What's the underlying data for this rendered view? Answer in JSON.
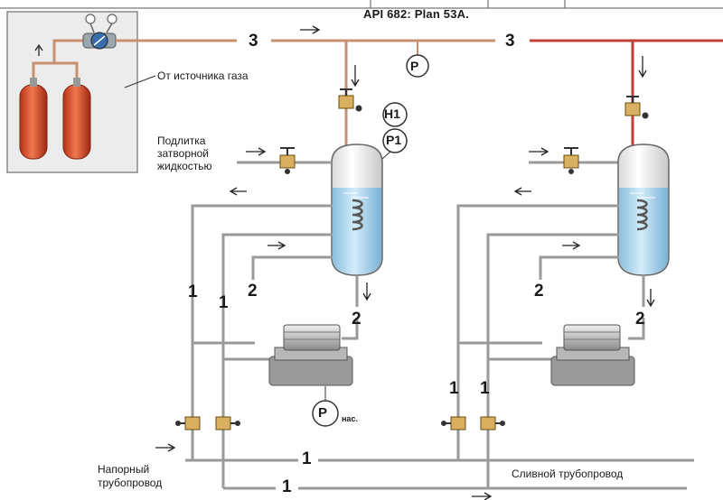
{
  "title": "API 682: Plan 53A.",
  "labels": {
    "gas_source": "От источника газа",
    "fill_line1": "Подлитка",
    "fill_line2": "затворной",
    "fill_line3": "жидкостью",
    "pressure_pipe1": "Напорный",
    "pressure_pipe2": "трубопровод",
    "drain_pipe": "Сливной трубопровод"
  },
  "gauges": {
    "p": "P",
    "h1": "H1",
    "p1": "P1",
    "p_suffix": "нас."
  },
  "line_numbers": {
    "top_left": "3",
    "top_right": "3",
    "vert_a": "1",
    "vert_b": "1",
    "vert_c": "1",
    "vert_d": "1",
    "left_2a": "2",
    "left_2b": "2",
    "right_2a": "2",
    "right_2b": "2",
    "bottom_1": "1",
    "bottom_1b": "1"
  },
  "colors": {
    "cylinder": "#e0502a",
    "gas_line": "#c89070",
    "red_line": "#c0403a",
    "pipe": "#9a9a9a",
    "liquid": "#aed4ec",
    "box_bg": "#ececec"
  }
}
